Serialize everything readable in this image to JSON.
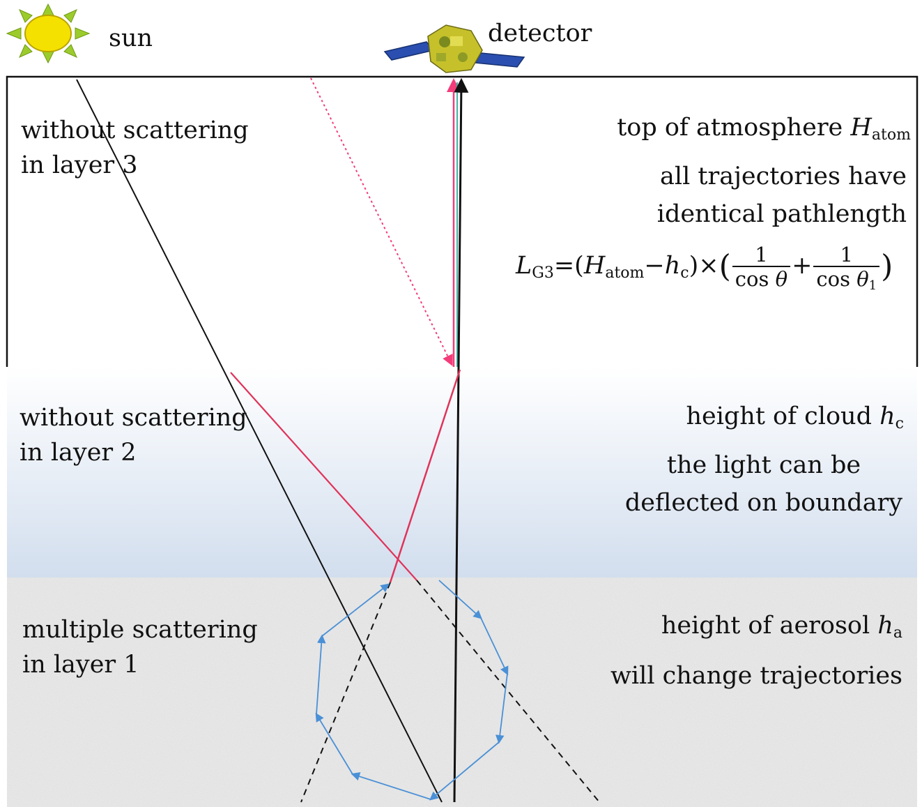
{
  "labels": {
    "sun": "sun",
    "detector": "detector",
    "layer3": [
      "without scattering",
      "in layer 3"
    ],
    "layer2": [
      "without scattering",
      "in layer 2"
    ],
    "layer1": [
      "multiple scattering",
      "in layer 1"
    ],
    "toa_prefix": "top of atmosphere ",
    "toa_var": "H",
    "toa_sub": "atom",
    "all_traj": [
      "all trajectories have",
      "identical pathlength"
    ],
    "cloud_prefix": "height of cloud ",
    "cloud_var": "h",
    "cloud_sub": "c",
    "deflect": [
      "the light can be",
      "deflected on boundary"
    ],
    "aerosol_prefix": "height of aerosol ",
    "aerosol_var": "h",
    "aerosol_sub": "a",
    "change_traj": "will change trajectories"
  },
  "formula": {
    "lhs_var": "L",
    "lhs_sub": "G3",
    "eq_open": "=(",
    "h_var": "H",
    "h_sub": "atom",
    "minus": "−",
    "hc_var": "h",
    "hc_sub": "c",
    "times": ")×",
    "paren_open": "(",
    "frac1_num": "1",
    "frac1_den": "cos ",
    "frac1_theta": "θ",
    "plus": "+",
    "frac2_num": "1",
    "frac2_den": "cos ",
    "frac2_theta": "θ",
    "frac2_sub": "1",
    "paren_close": ")"
  },
  "colors": {
    "sun": "#f5e100",
    "sun_rays": "#9ccc2c",
    "ray_black": "#111111",
    "ray_red": "#e0335a",
    "ray_pink": "#f23d7a",
    "ray_blue": "#4a90d6",
    "layer2_top": "#ffffff",
    "layer2_bottom": "#d2deee",
    "layer1": "#ececec"
  },
  "icons": {
    "sun": "sun-icon",
    "detector": "satellite-icon"
  }
}
